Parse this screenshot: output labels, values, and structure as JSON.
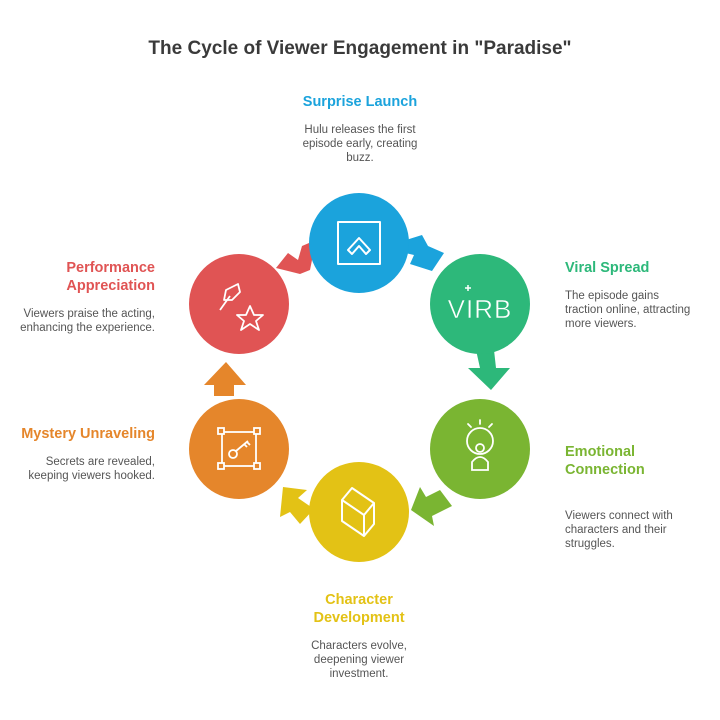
{
  "title": "The Cycle of Viewer Engagement in \"Paradise\"",
  "stages": [
    {
      "id": "surprise-launch",
      "title": "Surprise Launch",
      "description": "Hulu releases the first\nepisode early, creating\nbuzz.",
      "color": "#1ba3dc",
      "icon": "chevron-up-icon"
    },
    {
      "id": "viral-spread",
      "title": "Viral Spread",
      "description": "The episode gains\ntraction online, attracting\nmore viewers.",
      "color": "#2db87a",
      "icon": "virb-icon",
      "icon_text": "VIRB"
    },
    {
      "id": "emotional-connection",
      "title": "Emotional\nConnection",
      "description": "Viewers connect with\ncharacters and their\nstruggles.",
      "color": "#7ab532",
      "icon": "person-idea-icon"
    },
    {
      "id": "character-development",
      "title": "Character\nDevelopment",
      "description": "Characters evolve,\ndeepening viewer\ninvestment.",
      "color": "#e3c215",
      "icon": "hexagon-icon"
    },
    {
      "id": "mystery-unraveling",
      "title": "Mystery Unraveling",
      "description": "Secrets are revealed,\nkeeping viewers hooked.",
      "color": "#e5862b",
      "icon": "key-frame-icon"
    },
    {
      "id": "performance-appreciation",
      "title": "Performance\nAppreciation",
      "description": "Viewers praise the acting,\nenhancing the experience.",
      "color": "#e05454",
      "icon": "pin-star-icon"
    }
  ],
  "title_colors": {
    "surprise-launch": "#1ba3dc",
    "viral-spread": "#2db87a",
    "emotional-connection": "#7ab532",
    "character-development": "#e3c215",
    "mystery-unraveling": "#e5862b",
    "performance-appreciation": "#e05454"
  }
}
